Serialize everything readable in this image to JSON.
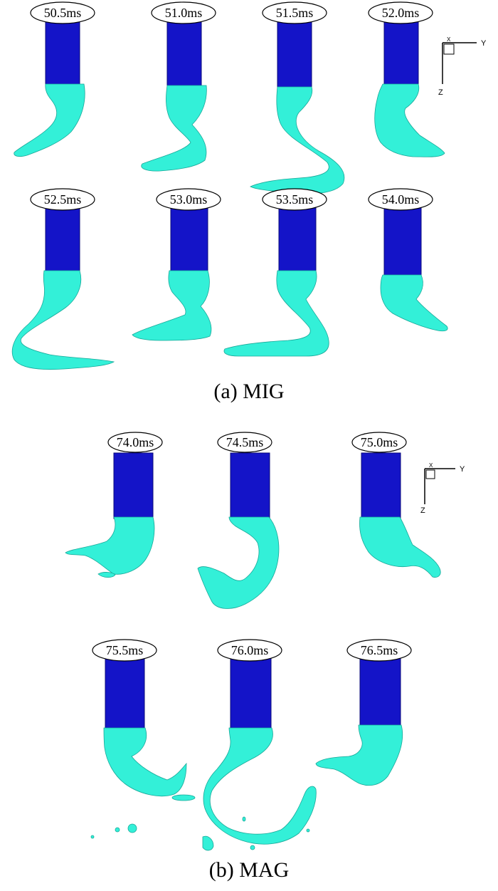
{
  "colors": {
    "electrode": "#1414c8",
    "electrode_edge": "#0a0a7a",
    "droplet": "#33f0d8",
    "droplet_edge": "#17a898",
    "label_border": "#000000",
    "text": "#000000"
  },
  "axes_triad": {
    "y_label": "Y",
    "z_label": "Z",
    "x_label": "X"
  },
  "panels": [
    {
      "caption": "(a) MIG",
      "frames": [
        "50.5ms",
        "51.0ms",
        "51.5ms",
        "52.0ms",
        "52.5ms",
        "53.0ms",
        "53.5ms",
        "54.0ms"
      ]
    },
    {
      "caption": "(b) MAG",
      "frames": [
        "74.0ms",
        "74.5ms",
        "75.0ms",
        "75.5ms",
        "76.0ms",
        "76.5ms"
      ]
    }
  ]
}
